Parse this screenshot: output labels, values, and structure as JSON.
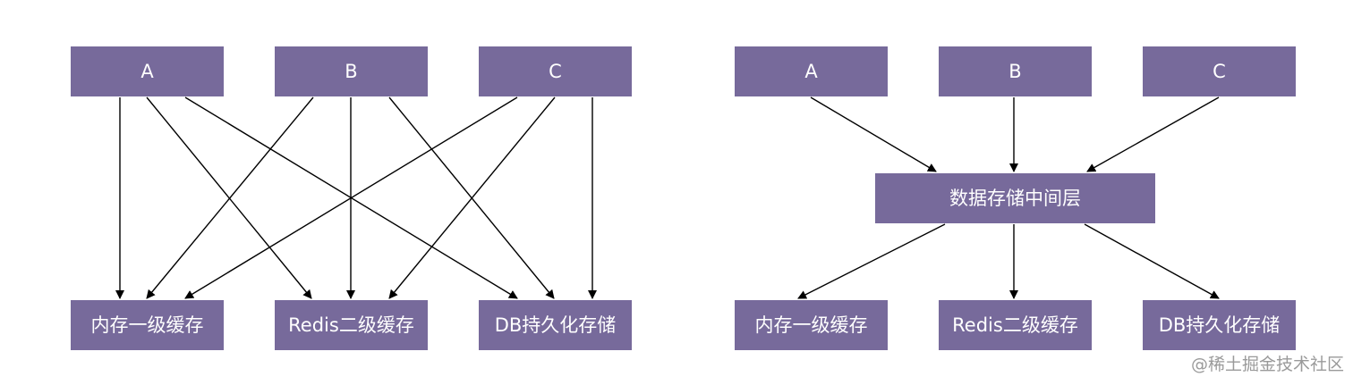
{
  "left_diagram": {
    "sources": [
      "A",
      "B",
      "C"
    ],
    "targets": [
      "内存一级缓存",
      "Redis二级缓存",
      "DB持久化存储"
    ]
  },
  "right_diagram": {
    "sources": [
      "A",
      "B",
      "C"
    ],
    "middle": "数据存储中间层",
    "targets": [
      "内存一级缓存",
      "Redis二级缓存",
      "DB持久化存储"
    ]
  },
  "watermark": "@稀土掘金技术社区",
  "colors": {
    "box_fill": "#776a9b",
    "box_text": "#ffffff",
    "edge": "#000000"
  }
}
